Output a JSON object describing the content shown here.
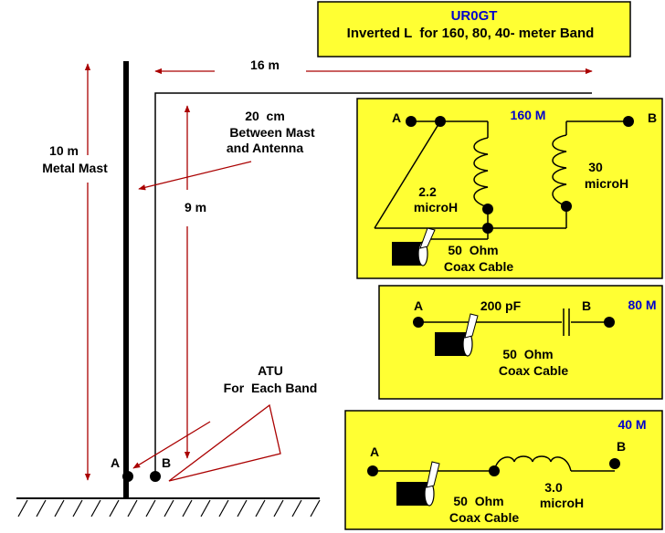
{
  "colors": {
    "panel": "#ffff33",
    "arrow": "#aa0000",
    "band": "#0000cc",
    "ink": "#000000"
  },
  "title": {
    "callsign": "UR0GT",
    "subtitle": "Inverted L  for 160, 80, 40- meter Band"
  },
  "dimensions": {
    "horizontal": "16 m",
    "mast_height_1": "10 m",
    "mast_height_2": "Metal Mast",
    "spacing_1": "20  cm",
    "spacing_2": "Between Mast",
    "spacing_3": "and Antenna",
    "vertical": "9 m"
  },
  "atu": {
    "label_1": "ATU",
    "label_2": "For  Each Band"
  },
  "terminals": {
    "a": "A",
    "b": "B"
  },
  "panel160": {
    "band": "160 M",
    "a": "A",
    "b": "B",
    "coil1_1": "2.2",
    "coil1_2": "microH",
    "coil2_1": "30",
    "coil2_2": "microH",
    "coax_1": "50  Ohm",
    "coax_2": "Coax Cable"
  },
  "panel80": {
    "band": "80 M",
    "a": "A",
    "b": "B",
    "cap": "200 pF",
    "coax_1": "50  Ohm",
    "coax_2": "Coax Cable"
  },
  "panel40": {
    "band": "40 M",
    "a": "A",
    "b": "B",
    "coil_1": "3.0",
    "coil_2": "microH",
    "coax_1": "50  Ohm",
    "coax_2": "Coax Cable"
  }
}
